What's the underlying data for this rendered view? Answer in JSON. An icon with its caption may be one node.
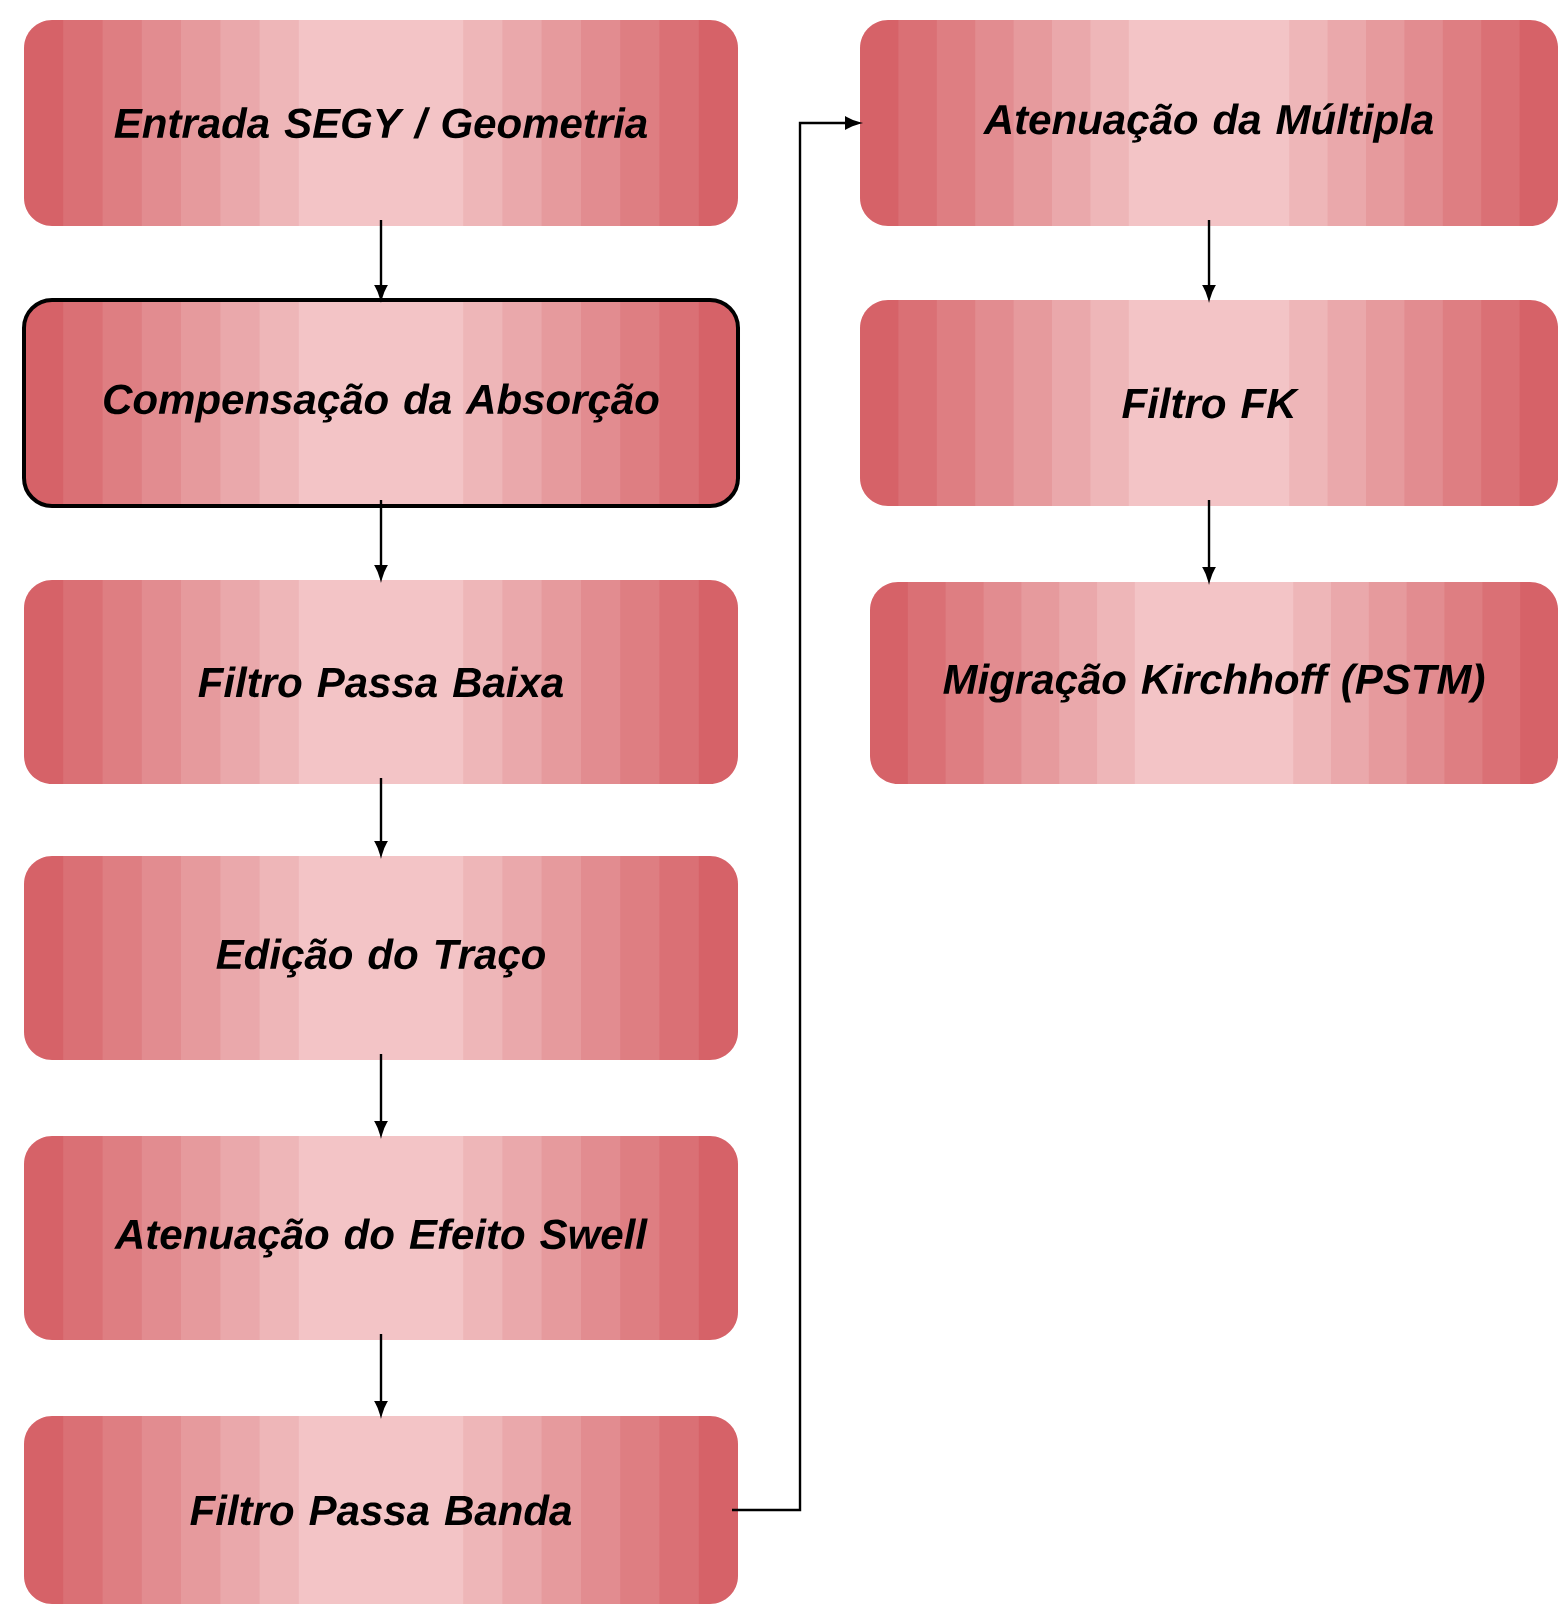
{
  "diagram": {
    "nodes": [
      {
        "text": [
          "Entrada SEGY / Geometria"
        ]
      },
      {
        "text": [
          "Compensação da Absorção"
        ]
      },
      {
        "text": [
          "Filtro Passa Baixa"
        ]
      },
      {
        "text": [
          "Edição do Traço"
        ]
      },
      {
        "text": [
          "Atenuação do Efeito Swell"
        ]
      },
      {
        "text": [
          "Filtro Passa Banda"
        ]
      },
      {
        "text": [
          "Atenuação da Múltipla"
        ]
      },
      {
        "text": [
          "Filtro FK"
        ]
      },
      {
        "text": [
          "Migração Kirchhoff (PSTM)"
        ]
      }
    ],
    "edges": [
      {
        "from": 0,
        "to": 1,
        "arrow": "to"
      },
      {
        "from": 1,
        "to": 2,
        "arrow": "to"
      },
      {
        "from": 2,
        "to": 3,
        "arrow": "to"
      },
      {
        "from": 3,
        "to": 4,
        "arrow": "to"
      },
      {
        "from": 4,
        "to": 5,
        "arrow": "to"
      },
      {
        "from": 5,
        "to": 6,
        "arrow": "to"
      },
      {
        "from": 6,
        "to": 7,
        "arrow": "to"
      },
      {
        "from": 7,
        "to": 8,
        "arrow": "to"
      }
    ]
  }
}
